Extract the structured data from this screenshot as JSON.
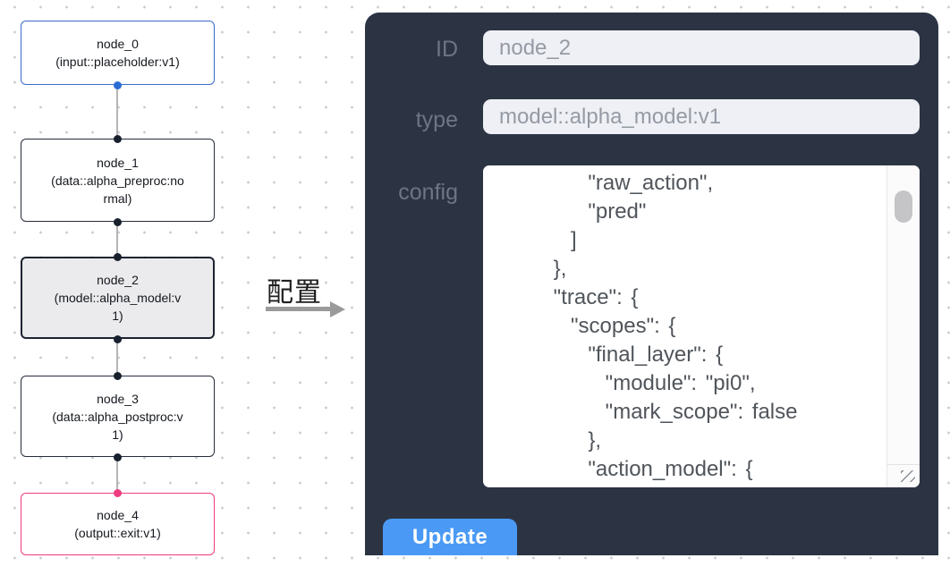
{
  "flow": {
    "nodes": [
      {
        "title": "node_0",
        "subtitle": "(input::placeholder:v1)",
        "role": "input"
      },
      {
        "title": "node_1",
        "subtitle": "(data::alpha_preproc:normal)",
        "role": "processor"
      },
      {
        "title": "node_2",
        "subtitle": "(model::alpha_model:v1)",
        "role": "model-selected"
      },
      {
        "title": "node_3",
        "subtitle": "(data::alpha_postproc:v1)",
        "role": "processor"
      },
      {
        "title": "node_4",
        "subtitle": "(output::exit:v1)",
        "role": "output"
      }
    ]
  },
  "annotation": {
    "label": "配置"
  },
  "panel": {
    "id_field": {
      "label": "ID",
      "value": "node_2"
    },
    "type_field": {
      "label": "type",
      "value": "model::alpha_model:v1"
    },
    "config_field": {
      "label": "config",
      "value": "        \"raw_action\",\n        \"pred\"\n      ]\n    },\n    \"trace\": {\n      \"scopes\": {\n        \"final_layer\": {\n          \"module\": \"pi0\",\n          \"mark_scope\": false\n        },\n        \"action_model\": {"
    },
    "update_button": "Update"
  },
  "colors": {
    "panel_bg": "#2c3444",
    "button_blue": "#4a9af5",
    "input_node_border": "#3a6bc9",
    "output_node_border": "#ee3c80",
    "selected_node_bg": "#ebebed",
    "default_node_border": "#252c3a",
    "edge_gray": "#b5b5b5",
    "input_port_dot": "#2b6bd4",
    "output_port_dot": "#ee3c80"
  }
}
